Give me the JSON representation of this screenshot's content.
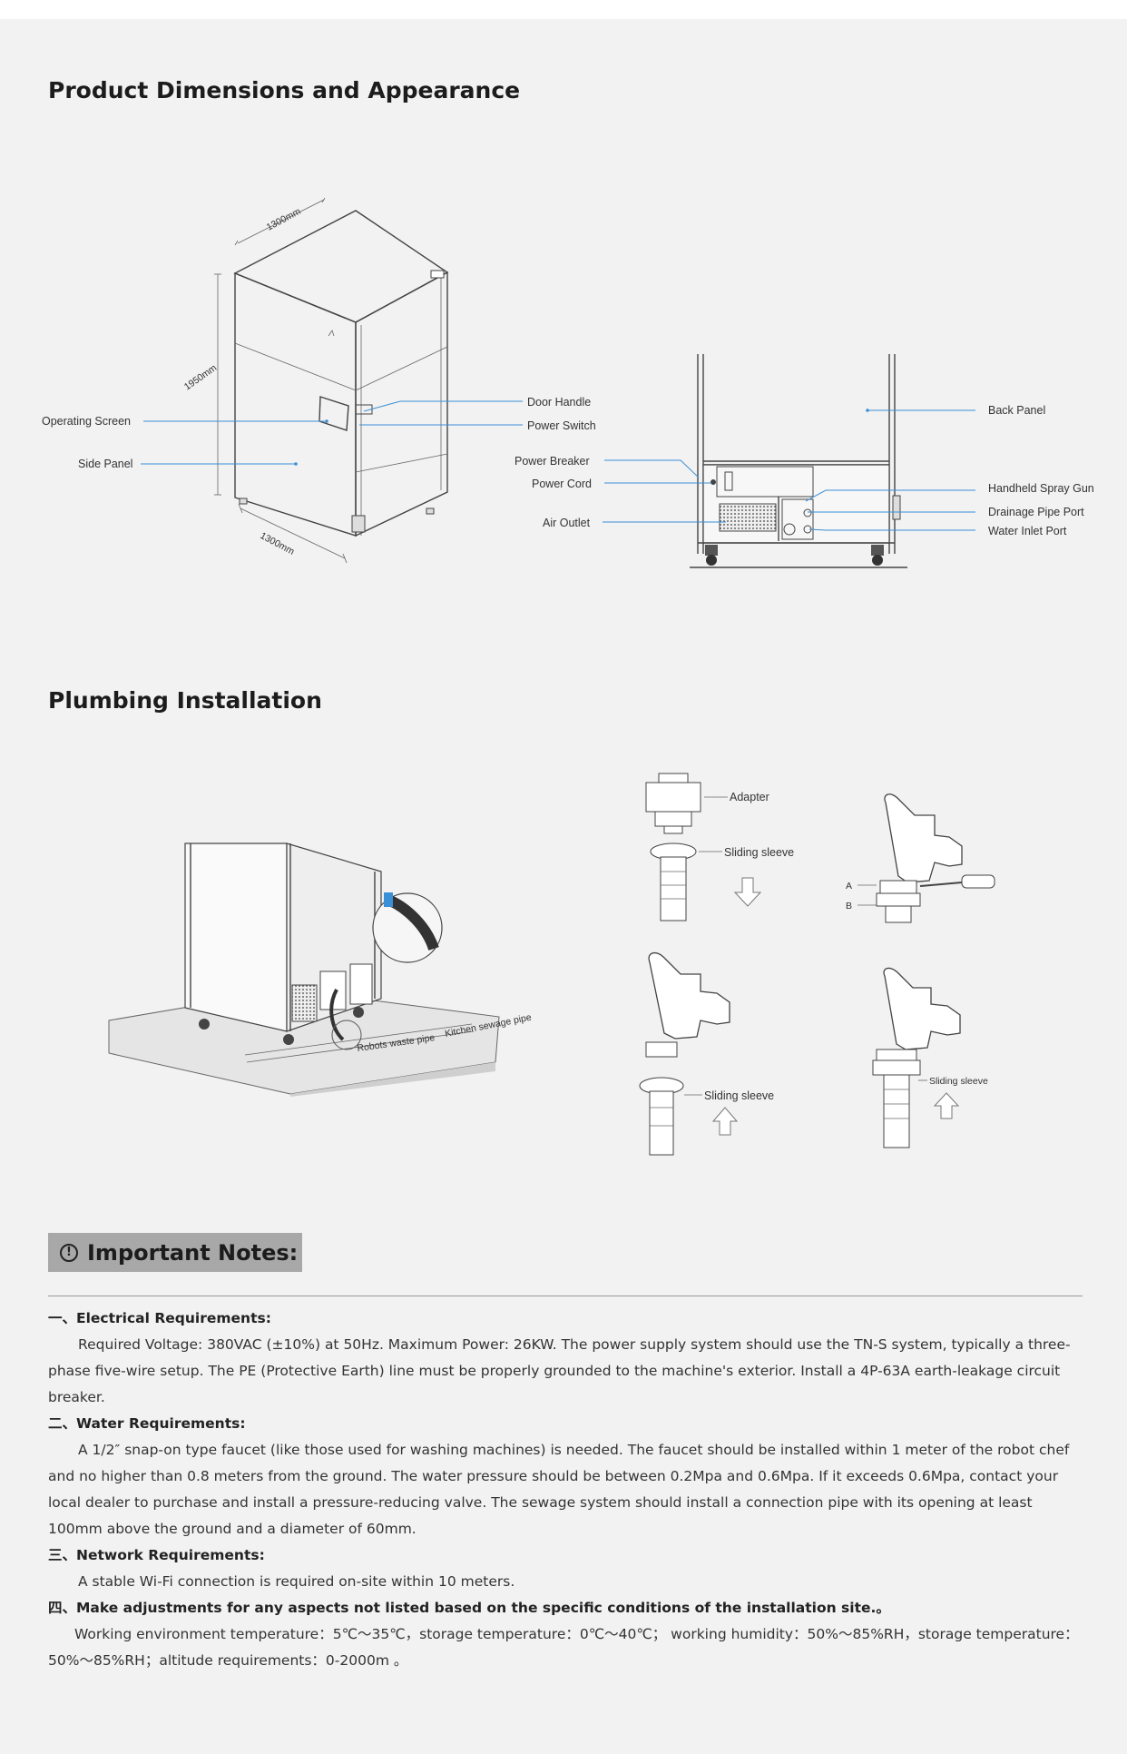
{
  "sections": {
    "dimensions_title": "Product Dimensions and Appearance",
    "plumbing_title": "Plumbing Installation"
  },
  "dimensions_diagram": {
    "dim_top": "1300mm",
    "dim_height": "1950mm",
    "dim_bottom": "1300mm",
    "labels": {
      "operating_screen": "Operating Screen",
      "side_panel": "Side Panel",
      "door_handle": "Door Handle",
      "power_switch": "Power Switch",
      "power_breaker": "Power Breaker",
      "power_cord": "Power Cord",
      "air_outlet": "Air Outlet",
      "back_panel": "Back Panel",
      "handheld_spray_gun": "Handheld Spray Gun",
      "drainage_pipe_port": "Drainage Pipe Port",
      "water_inlet_port": "Water Inlet Port"
    }
  },
  "plumbing_diagram": {
    "robots_waste_pipe": "Robots waste pipe",
    "kitchen_sewage_pipe": "Kitchen sewage pipe",
    "adapter": "Adapter",
    "sliding_sleeve_1": "Sliding sleeve",
    "sliding_sleeve_2": "Sliding sleeve",
    "sliding_sleeve_3": "Sliding sleeve",
    "marker_a": "A",
    "marker_b": "B"
  },
  "notes": {
    "icon": "info-circle-icon",
    "icon_glyph": "!",
    "title": "Important Notes:",
    "electrical": {
      "heading": "一、Electrical Requirements:",
      "text": "Required Voltage: 380VAC (±10%) at 50Hz. Maximum Power: 26KW. The power supply system should use the TN-S system, typically a three-phase five-wire setup. The PE (Protective Earth) line must be properly grounded to the machine's exterior. Install a 4P-63A earth-leakage circuit breaker."
    },
    "water": {
      "heading": "二、Water Requirements:",
      "text": "A 1/2″ snap-on type faucet (like those used for washing machines) is needed. The faucet should be installed within 1 meter of the robot chef and no higher than 0.8 meters from the ground. The water pressure should be between 0.2Mpa and 0.6Mpa. If it exceeds 0.6Mpa, contact your local dealer to purchase and install a pressure-reducing valve. The sewage system should install a connection pipe with its opening at least 100mm above the ground and a diameter of 60mm."
    },
    "network": {
      "heading": "三、Network Requirements:",
      "text": "A stable Wi-Fi connection is required on-site within 10 meters."
    },
    "other": {
      "heading": "四、Make adjustments for any aspects not listed based on the specific conditions of the installation site.。",
      "text": "Working environment temperature：5℃～35℃，storage temperature：0℃～40℃； working humidity：50%～85%RH，storage temperature：50%～85%RH；altitude requirements：0-2000m 。"
    }
  }
}
